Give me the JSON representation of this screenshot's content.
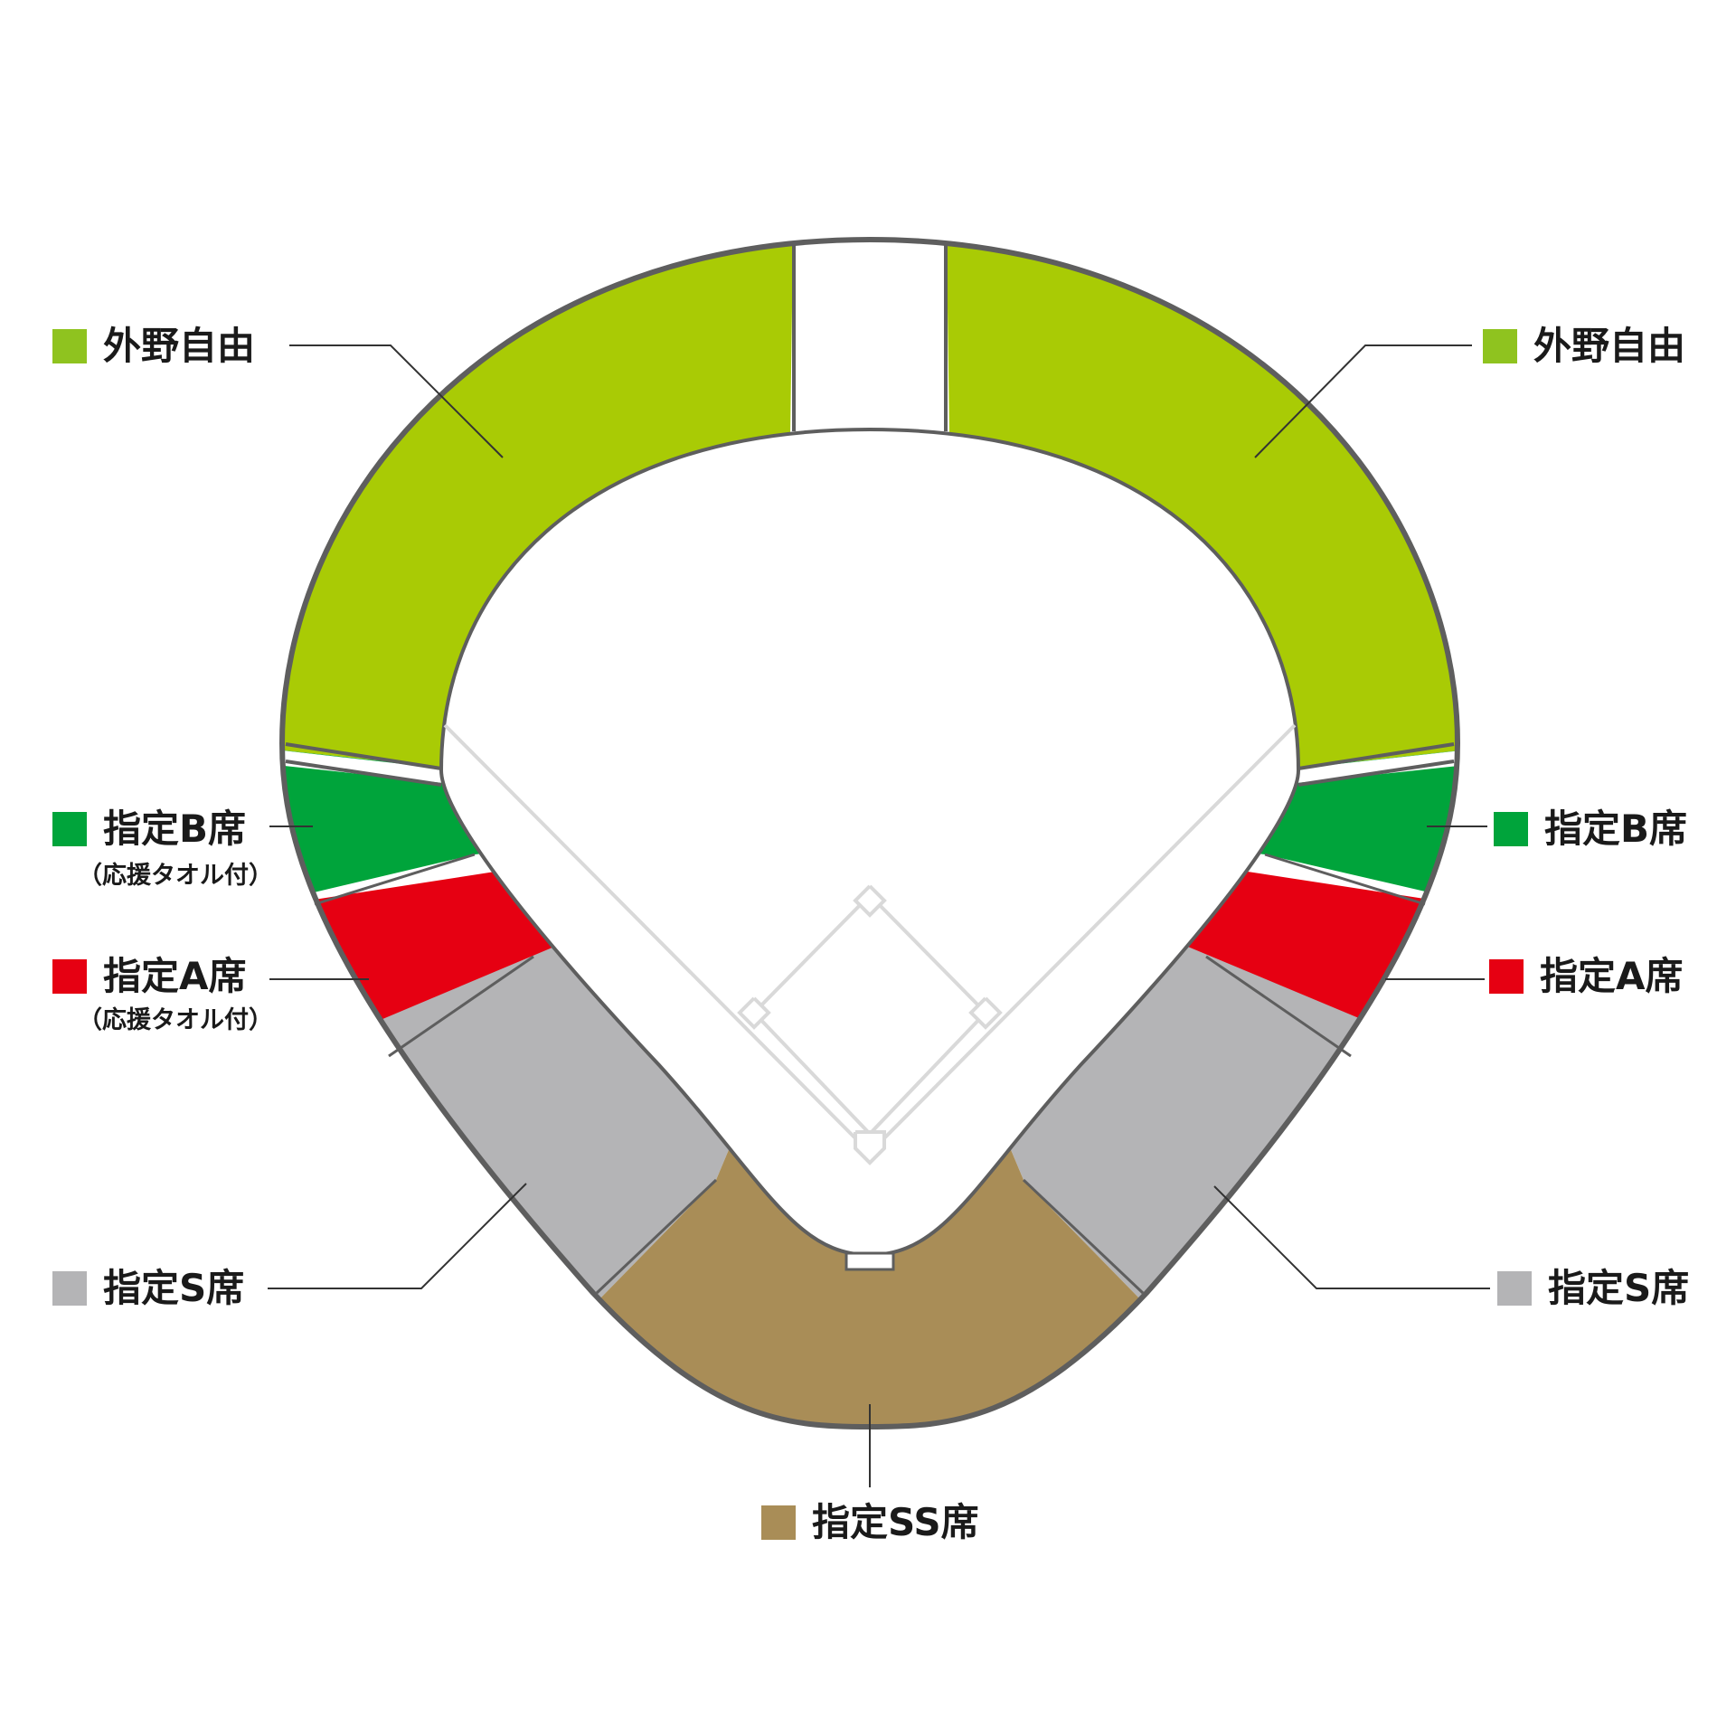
{
  "colors": {
    "outfield": "#a9cb05",
    "outfield_swatch": "#8fc31f",
    "b_seat": "#00a43b",
    "a_seat": "#e60012",
    "s_seat": "#b4b4b6",
    "ss_seat": "#a98d57",
    "outline": "#5e5e5e",
    "field_lines": "#d9d9d9",
    "leader": "#333333"
  },
  "sections": {
    "outfield_free": {
      "label": "外野自由",
      "icon": "green-square"
    },
    "reserved_b": {
      "label": "指定B席",
      "note": "（応援タオル付）"
    },
    "reserved_a": {
      "label": "指定A席",
      "note": "（応援タオル付）"
    },
    "reserved_s": {
      "label": "指定S席"
    },
    "reserved_ss": {
      "label": "指定SS席"
    }
  }
}
